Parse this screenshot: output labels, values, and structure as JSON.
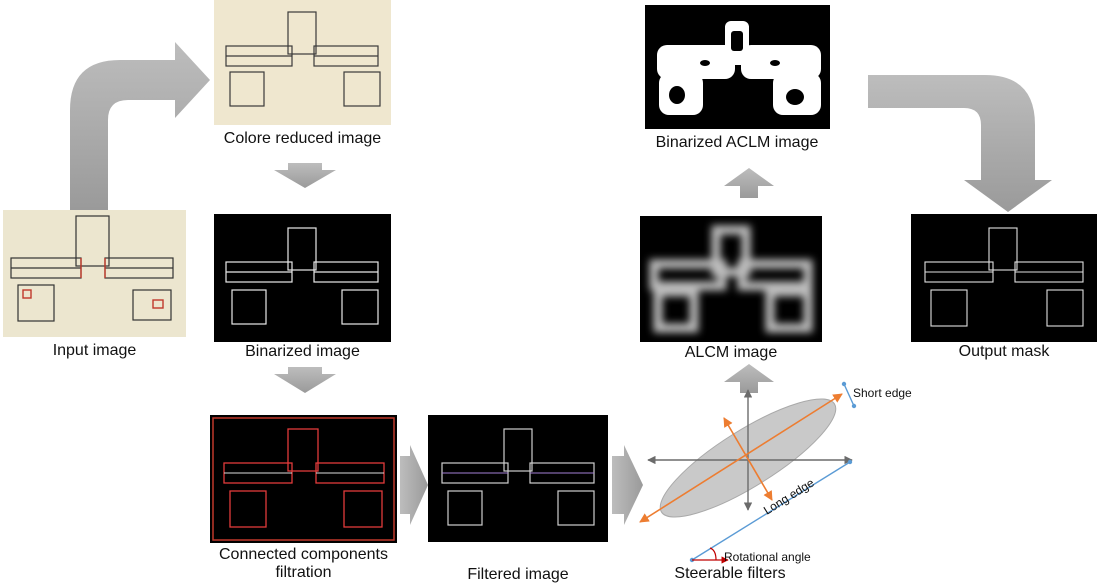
{
  "labels": {
    "input": "Input image",
    "color_reduced": "Colore reduced image",
    "binarized": "Binarized image",
    "connected": "Connected components filtration",
    "filtered": "Filtered image",
    "steerable": "Steerable filters",
    "alcm": "ALCM image",
    "binarized_aclm": "Binarized ACLM image",
    "output": "Output mask"
  },
  "filter_diagram": {
    "short_edge": "Short edge",
    "long_edge": "Long edge",
    "rotational_angle": "Rotational angle"
  },
  "colors": {
    "arrow_gray": "#a6a6a6",
    "paper": "#ece6cf",
    "ellipse": "#c9c9c9",
    "orange_axis": "#ed7d31",
    "blue_edge": "#5b9bd5"
  }
}
